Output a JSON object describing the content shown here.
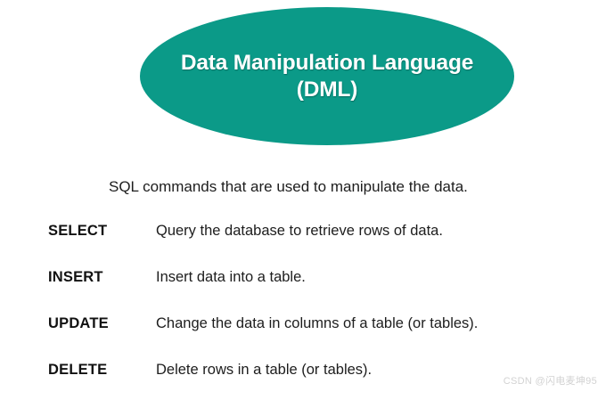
{
  "slide": {
    "background_color": "#ffffff",
    "title": {
      "shape": "ellipse",
      "fill_color": "#0b9a88",
      "text_color": "#ffffff",
      "line1": "Data Manipulation Language",
      "line2": "(DML)"
    },
    "intro_text": "SQL commands that are used to manipulate the data.",
    "commands": [
      {
        "name": "SELECT",
        "description": "Query the database to retrieve rows of data."
      },
      {
        "name": "INSERT",
        "description": "Insert data into a table."
      },
      {
        "name": "UPDATE",
        "description": "Change the data in columns of a table (or tables)."
      },
      {
        "name": "DELETE",
        "description": "Delete rows in a table (or tables)."
      }
    ],
    "watermark": "CSDN @闪电麦坤95"
  }
}
